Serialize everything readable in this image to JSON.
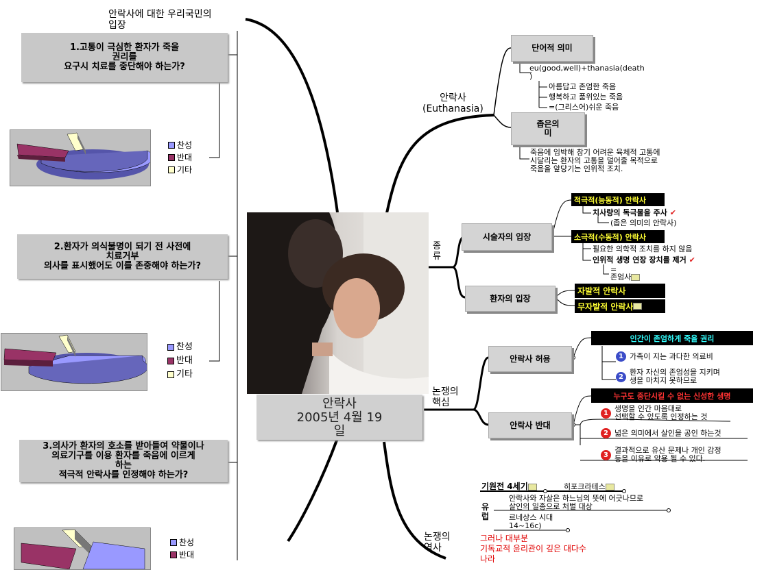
{
  "center": {
    "title": "안락사",
    "date_line1": "2005년 4월 19",
    "date_line2": "일"
  },
  "left": {
    "heading_line1": "안락사에 대한 우리국민의",
    "heading_line2": "입장",
    "questions": [
      {
        "lines": [
          "1.고통이 극심한 환자가 죽을",
          "권리를",
          "요구시 치료를 중단해야 하는가?"
        ]
      },
      {
        "lines": [
          "2.환자가 의식불명이 되기 전 사전에",
          "치료거부",
          "의사를 표시했어도 이를 존중해야 하는가?"
        ]
      },
      {
        "lines": [
          "3.의사가 환자의 호소를 받아들여 약물이나",
          "의료기구를 이용 환자를 죽음에 이르게",
          "하는",
          "적극적 안락사를 인정해야 하는가?"
        ]
      }
    ],
    "legend": [
      "찬성",
      "반대",
      "기타"
    ],
    "legend_colors": [
      "#9999ff",
      "#993366",
      "#ffffcc"
    ]
  },
  "definition": {
    "branch_label_line1": "안락사",
    "branch_label_line2": "(Euthanasia)",
    "literal_title": "단어적 의미",
    "etymology_line1": "eu(good,well)+thanasia(death",
    "etymology_line2": ")",
    "literal_items": [
      "아름답고 존엄한 죽음",
      "행복하고 품위있는 죽음",
      "=(그리스어)쉬운 죽음"
    ],
    "narrow_title_line1": "좁은의",
    "narrow_title_line2": "미",
    "narrow_desc": [
      "죽음에 임박해 참기 어려운 육체적 고통에",
      "시달리는 환자의 고통을 덜어줄 목적으로",
      "죽음을 앞당기는 인위적 조치."
    ]
  },
  "types": {
    "branch_label_line1": "종",
    "branch_label_line2": "류",
    "practitioner_title": "시술자의 입장",
    "active_label": "적극적(능동적) 안락사",
    "active_item": "치사량의 독극물을 주사",
    "active_note": "(좁은 의미의 안락사)",
    "passive_label": "소극적(수동적) 안락사",
    "passive_item1": "필요한 의학적 조치를 하지 않음",
    "passive_item2": "인위적 생명 연장 장치를 제거",
    "equals": "=",
    "passive_note": "존엄사",
    "patient_title": "환자의 입장",
    "voluntary": "자발적 안락사",
    "involuntary": "무자발적 안락사"
  },
  "debate": {
    "branch_label_line1": "논쟁의",
    "branch_label_line2": "핵심",
    "pro_title": "안락사 허용",
    "pro_banner": "인간이 존엄하게 죽을 권리",
    "pro_items": [
      {
        "num": "1",
        "lines": [
          "가족이 지는 과다한 의료비"
        ]
      },
      {
        "num": "2",
        "lines": [
          "환자 자신의 존엄성을 지키며",
          "생을 마치지 못하므로"
        ]
      }
    ],
    "con_title": "안락사 반대",
    "con_banner": "누구도 중단시킬 수 없는 신성한 생명",
    "con_items": [
      {
        "num": "1",
        "lines": [
          "생명을 인간 마음대로",
          "선택할 수 있도록 인정하는 것"
        ]
      },
      {
        "num": "2",
        "lines": [
          "넓은 의미에서 살인을 공인 하는것"
        ]
      },
      {
        "num": "3",
        "lines": [
          "결과적으로 유산 문제나 개인 감정",
          "등을 이유로 악용 될 수 있다."
        ]
      }
    ]
  },
  "history": {
    "branch_label_line1": "논쟁의",
    "branch_label_line2": "역사",
    "bc": "기원전 4세기",
    "hippocrates": "히포크라테스",
    "europe_line1": "유",
    "europe_line2": "럽",
    "europe_text_line1": "안락사와 자살은 하느님의 뜻에 어긋나므로",
    "europe_text_line2": "살인의 일종으로 처벌 대상",
    "renaissance_line1": "르네상스 시대",
    "renaissance_line2": "14~16c)",
    "red_line1": "그러나 대부분",
    "red_line2": "기독교적 윤리관이 깊은 대다수",
    "red_line3": "나라"
  }
}
